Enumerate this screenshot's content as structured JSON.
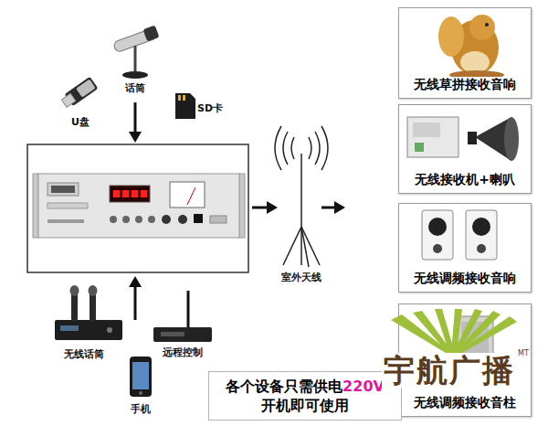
{
  "diagram": {
    "nodes": [
      {
        "text": [
          "无线草拼接收音响"
        ]
      },
      {
        "text": [
          "无线接收机+喇叭"
        ]
      },
      {
        "text": [
          "无线调频接收音响"
        ]
      },
      {
        "text": [
          "无线调频接收音柱"
        ]
      },
      {
        "text": [
          "各个设备只需供电",
          "220V",
          "开机即可使用"
        ]
      }
    ],
    "labels": [
      "U盘",
      "话筒",
      "SD卡",
      "室外天线",
      "无线话筒",
      "远程控制",
      "手机",
      "宇航广播",
      "MT"
    ]
  }
}
